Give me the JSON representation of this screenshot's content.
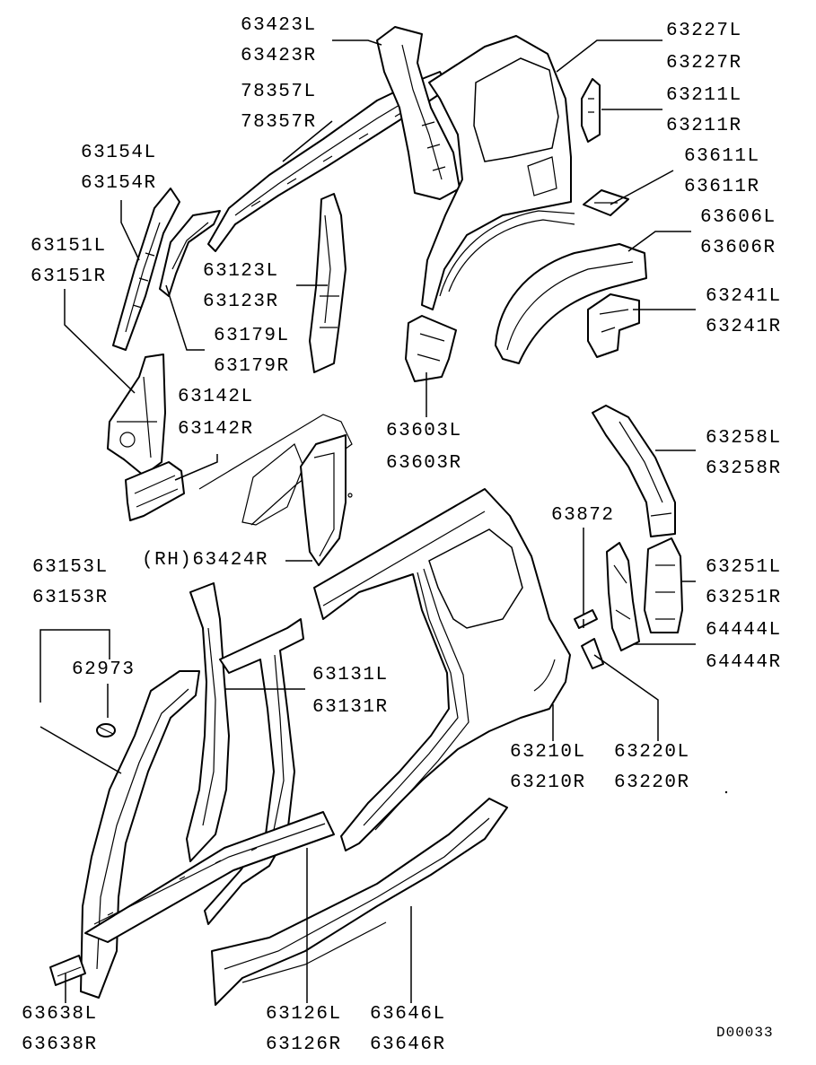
{
  "diagram": {
    "drawing_code": "D00033",
    "parts": {
      "p63423": {
        "left": "63423L",
        "right": "63423R"
      },
      "p78357": {
        "left": "78357L",
        "right": "78357R"
      },
      "p63227": {
        "left": "63227L",
        "right": "63227R"
      },
      "p63211": {
        "left": "63211L",
        "right": "63211R"
      },
      "p63611": {
        "left": "63611L",
        "right": "63611R"
      },
      "p63606": {
        "left": "63606L",
        "right": "63606R"
      },
      "p63241": {
        "left": "63241L",
        "right": "63241R"
      },
      "p63154": {
        "left": "63154L",
        "right": "63154R"
      },
      "p63151": {
        "left": "63151L",
        "right": "63151R"
      },
      "p63123": {
        "left": "63123L",
        "right": "63123R"
      },
      "p63179": {
        "left": "63179L",
        "right": "63179R"
      },
      "p63142": {
        "left": "63142L",
        "right": "63142R"
      },
      "p63603": {
        "left": "63603L",
        "right": "63603R"
      },
      "p63258": {
        "left": "63258L",
        "right": "63258R"
      },
      "p63872": {
        "single": "63872"
      },
      "p63424": {
        "single": "(RH)63424R"
      },
      "p63251": {
        "left": "63251L",
        "right": "63251R"
      },
      "p63153": {
        "left": "63153L",
        "right": "63153R"
      },
      "p62973": {
        "single": "62973"
      },
      "p63131": {
        "left": "63131L",
        "right": "63131R"
      },
      "p64444": {
        "left": "64444L",
        "right": "64444R"
      },
      "p63210": {
        "left": "63210L",
        "right": "63210R"
      },
      "p63220": {
        "left": "63220L",
        "right": "63220R"
      },
      "p63638": {
        "left": "63638L",
        "right": "63638R"
      },
      "p63126": {
        "left": "63126L",
        "right": "63126R"
      },
      "p63646": {
        "left": "63646L",
        "right": "63646R"
      }
    }
  }
}
